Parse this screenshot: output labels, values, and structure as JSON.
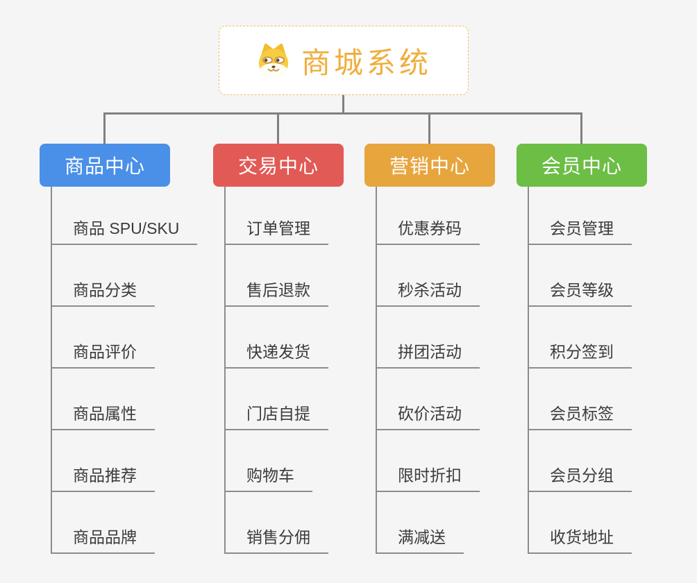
{
  "colors": {
    "background": "#f5f5f6",
    "connector": "#808080",
    "underline": "#8c8c8c",
    "item_text": "#3b3b3b",
    "root_text": "#f0ae3e",
    "root_border": "#f0bc62"
  },
  "root": {
    "title": "商城系统",
    "icon": "dog-face-icon"
  },
  "branches": [
    {
      "label": "商品中心",
      "color": "#4a8fe8",
      "items": [
        "商品 SPU/SKU",
        "商品分类",
        "商品评价",
        "商品属性",
        "商品推荐",
        "商品品牌"
      ]
    },
    {
      "label": "交易中心",
      "color": "#e25a55",
      "items": [
        "订单管理",
        "售后退款",
        "快递发货",
        "门店自提",
        "购物车",
        "销售分佣"
      ]
    },
    {
      "label": "营销中心",
      "color": "#e7a53d",
      "items": [
        "优惠券码",
        "秒杀活动",
        "拼团活动",
        "砍价活动",
        "限时折扣",
        "满减送"
      ]
    },
    {
      "label": "会员中心",
      "color": "#6cbe45",
      "items": [
        "会员管理",
        "会员等级",
        "积分签到",
        "会员标签",
        "会员分组",
        "收货地址"
      ]
    }
  ]
}
